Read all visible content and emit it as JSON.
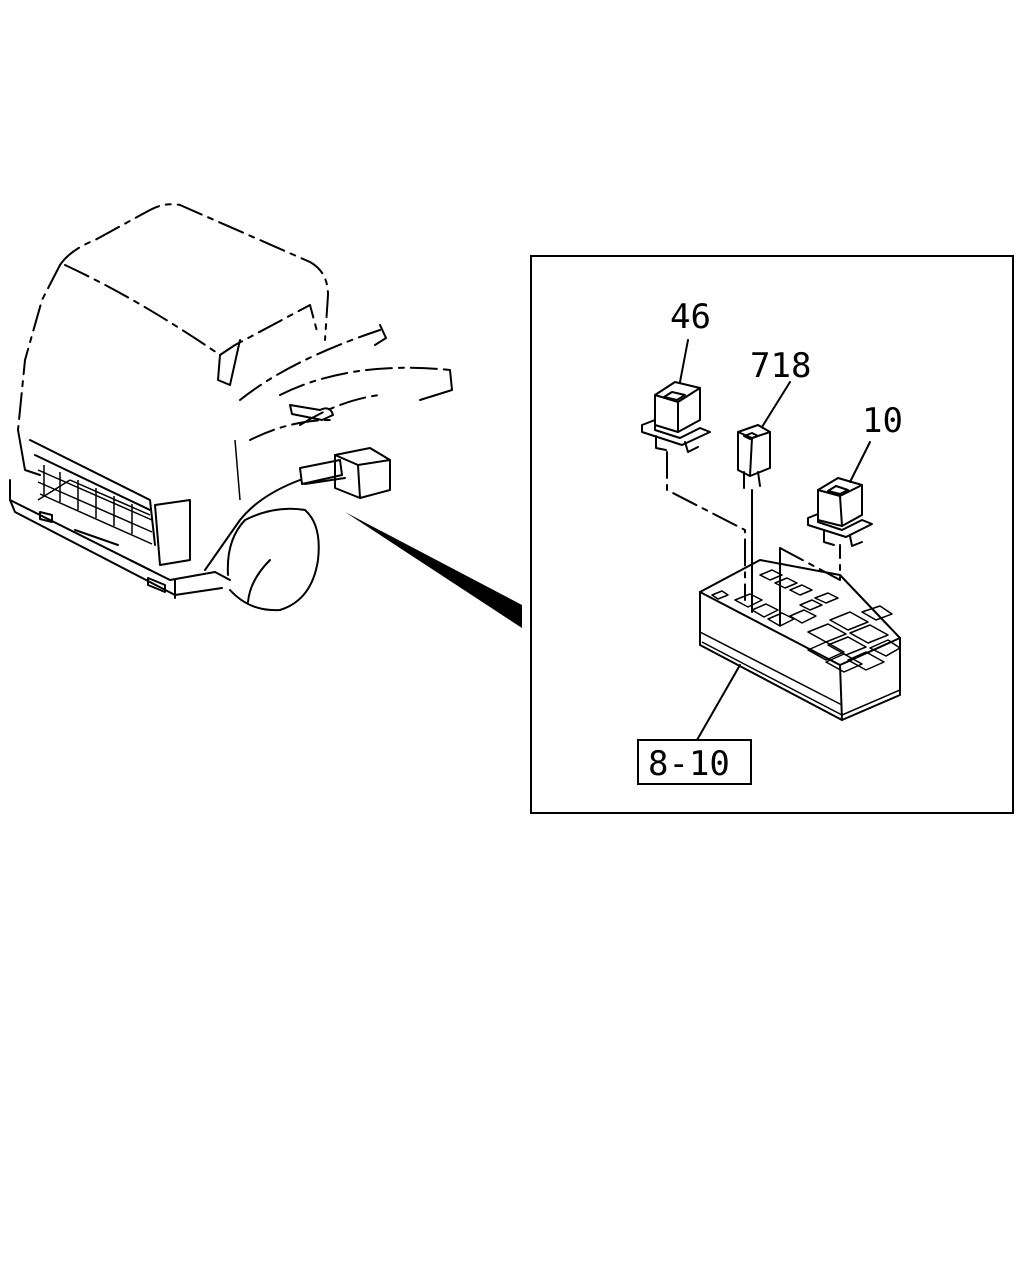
{
  "labels": {
    "relay_left": "46",
    "relay_small": "718",
    "relay_right": "10",
    "fuse_box_ref": "8-10"
  },
  "icons": {
    "truck": "truck-cab-outline-icon",
    "relay": "relay-icon",
    "fuse_box": "fuse-box-icon"
  },
  "colors": {
    "line": "#000000",
    "background": "#ffffff"
  }
}
